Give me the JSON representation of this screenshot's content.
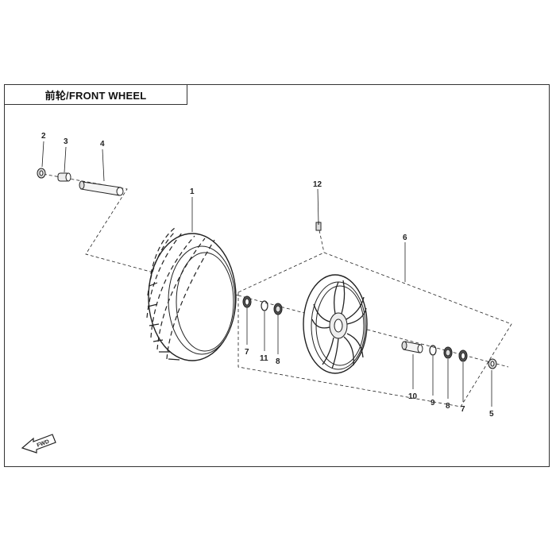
{
  "title": "前轮/FRONT WHEEL",
  "callouts": {
    "c1": "1",
    "c2": "2",
    "c3": "3",
    "c4": "4",
    "c5": "5",
    "c6": "6",
    "c7a": "7",
    "c7b": "7",
    "c8a": "8",
    "c8b": "8",
    "c9": "9",
    "c10": "10",
    "c11": "11",
    "c12": "12"
  },
  "fwd_label": "FWD",
  "line_color": "#222222"
}
